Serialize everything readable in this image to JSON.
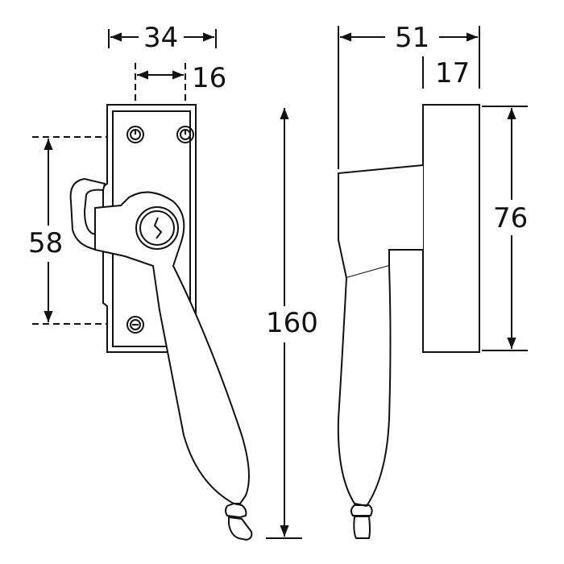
{
  "drawing": {
    "front_view": {
      "width_label": "34",
      "hole_spacing_label": "16",
      "height_label": "58",
      "overall_height_label": "160"
    },
    "side_view": {
      "projection_label": "51",
      "plate_depth_label": "17",
      "plate_height_label": "76"
    },
    "colors": {
      "line": "#111111",
      "background": "#ffffff"
    }
  }
}
